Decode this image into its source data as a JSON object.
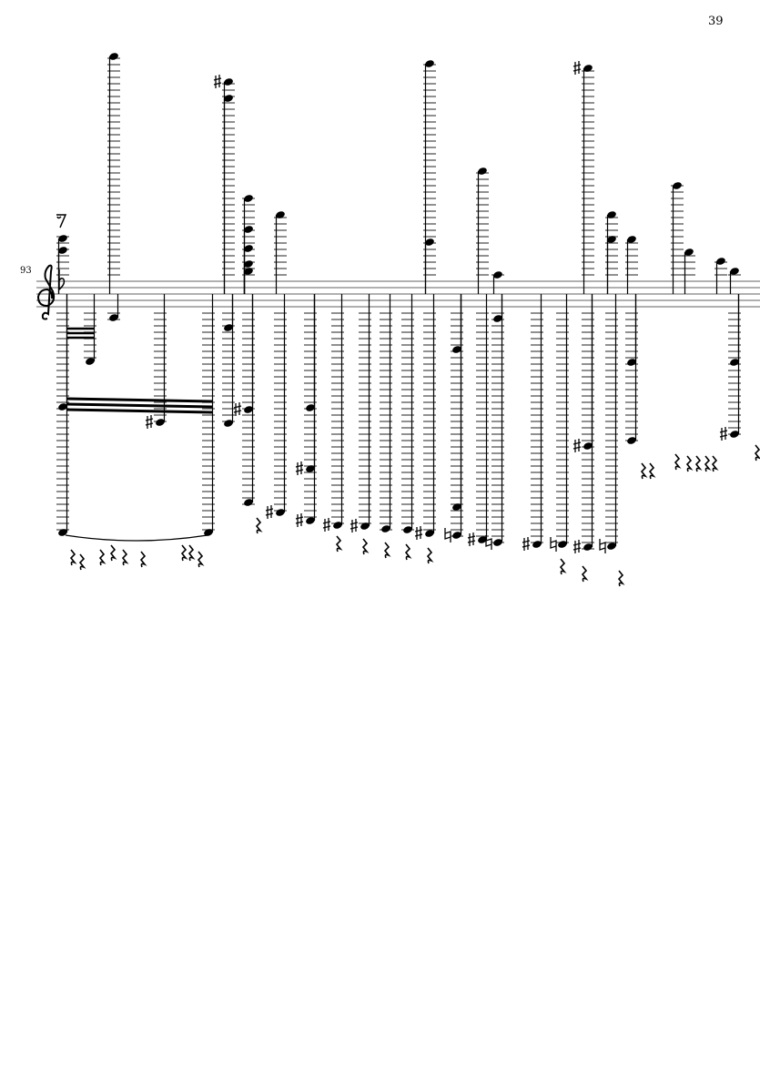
{
  "page": {
    "number": "39"
  },
  "system": {
    "measure_number": "93",
    "clef": "treble-clef-icon",
    "key_signature": "one-flat"
  },
  "colors": {
    "ink": "#000000",
    "staff_line": "#808080",
    "ledger": "#555555"
  }
}
